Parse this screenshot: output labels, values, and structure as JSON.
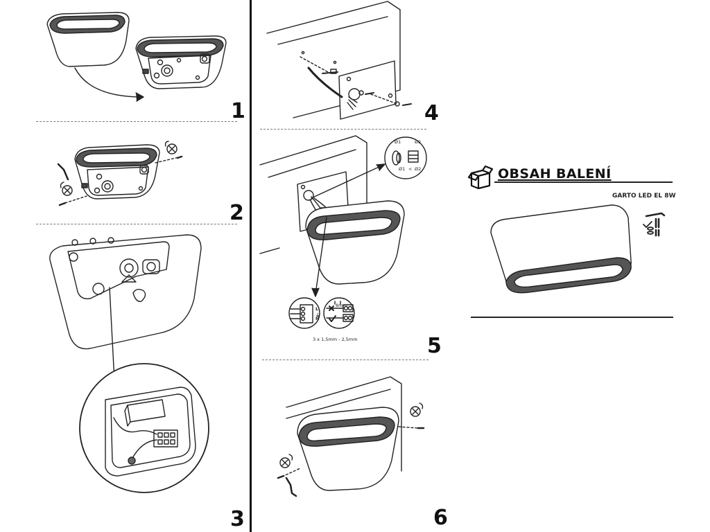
{
  "steps": [
    {
      "number": "1"
    },
    {
      "number": "2"
    },
    {
      "number": "3"
    },
    {
      "number": "4"
    },
    {
      "number": "5"
    },
    {
      "number": "6"
    }
  ],
  "package": {
    "title": "OBSAH BALENÍ",
    "product": "GARTO LED EL 8W",
    "icon": "open-box-icon"
  },
  "wiring": {
    "cable_spec": "3 x 1,5mm - 2,5mm",
    "strip_length": "8mm",
    "terminal_labels": [
      "L",
      "⏚",
      "N"
    ]
  },
  "cable_gland": {
    "labels": [
      "Ø1",
      "Ø2",
      "Ø1",
      "<",
      "Ø2"
    ]
  }
}
